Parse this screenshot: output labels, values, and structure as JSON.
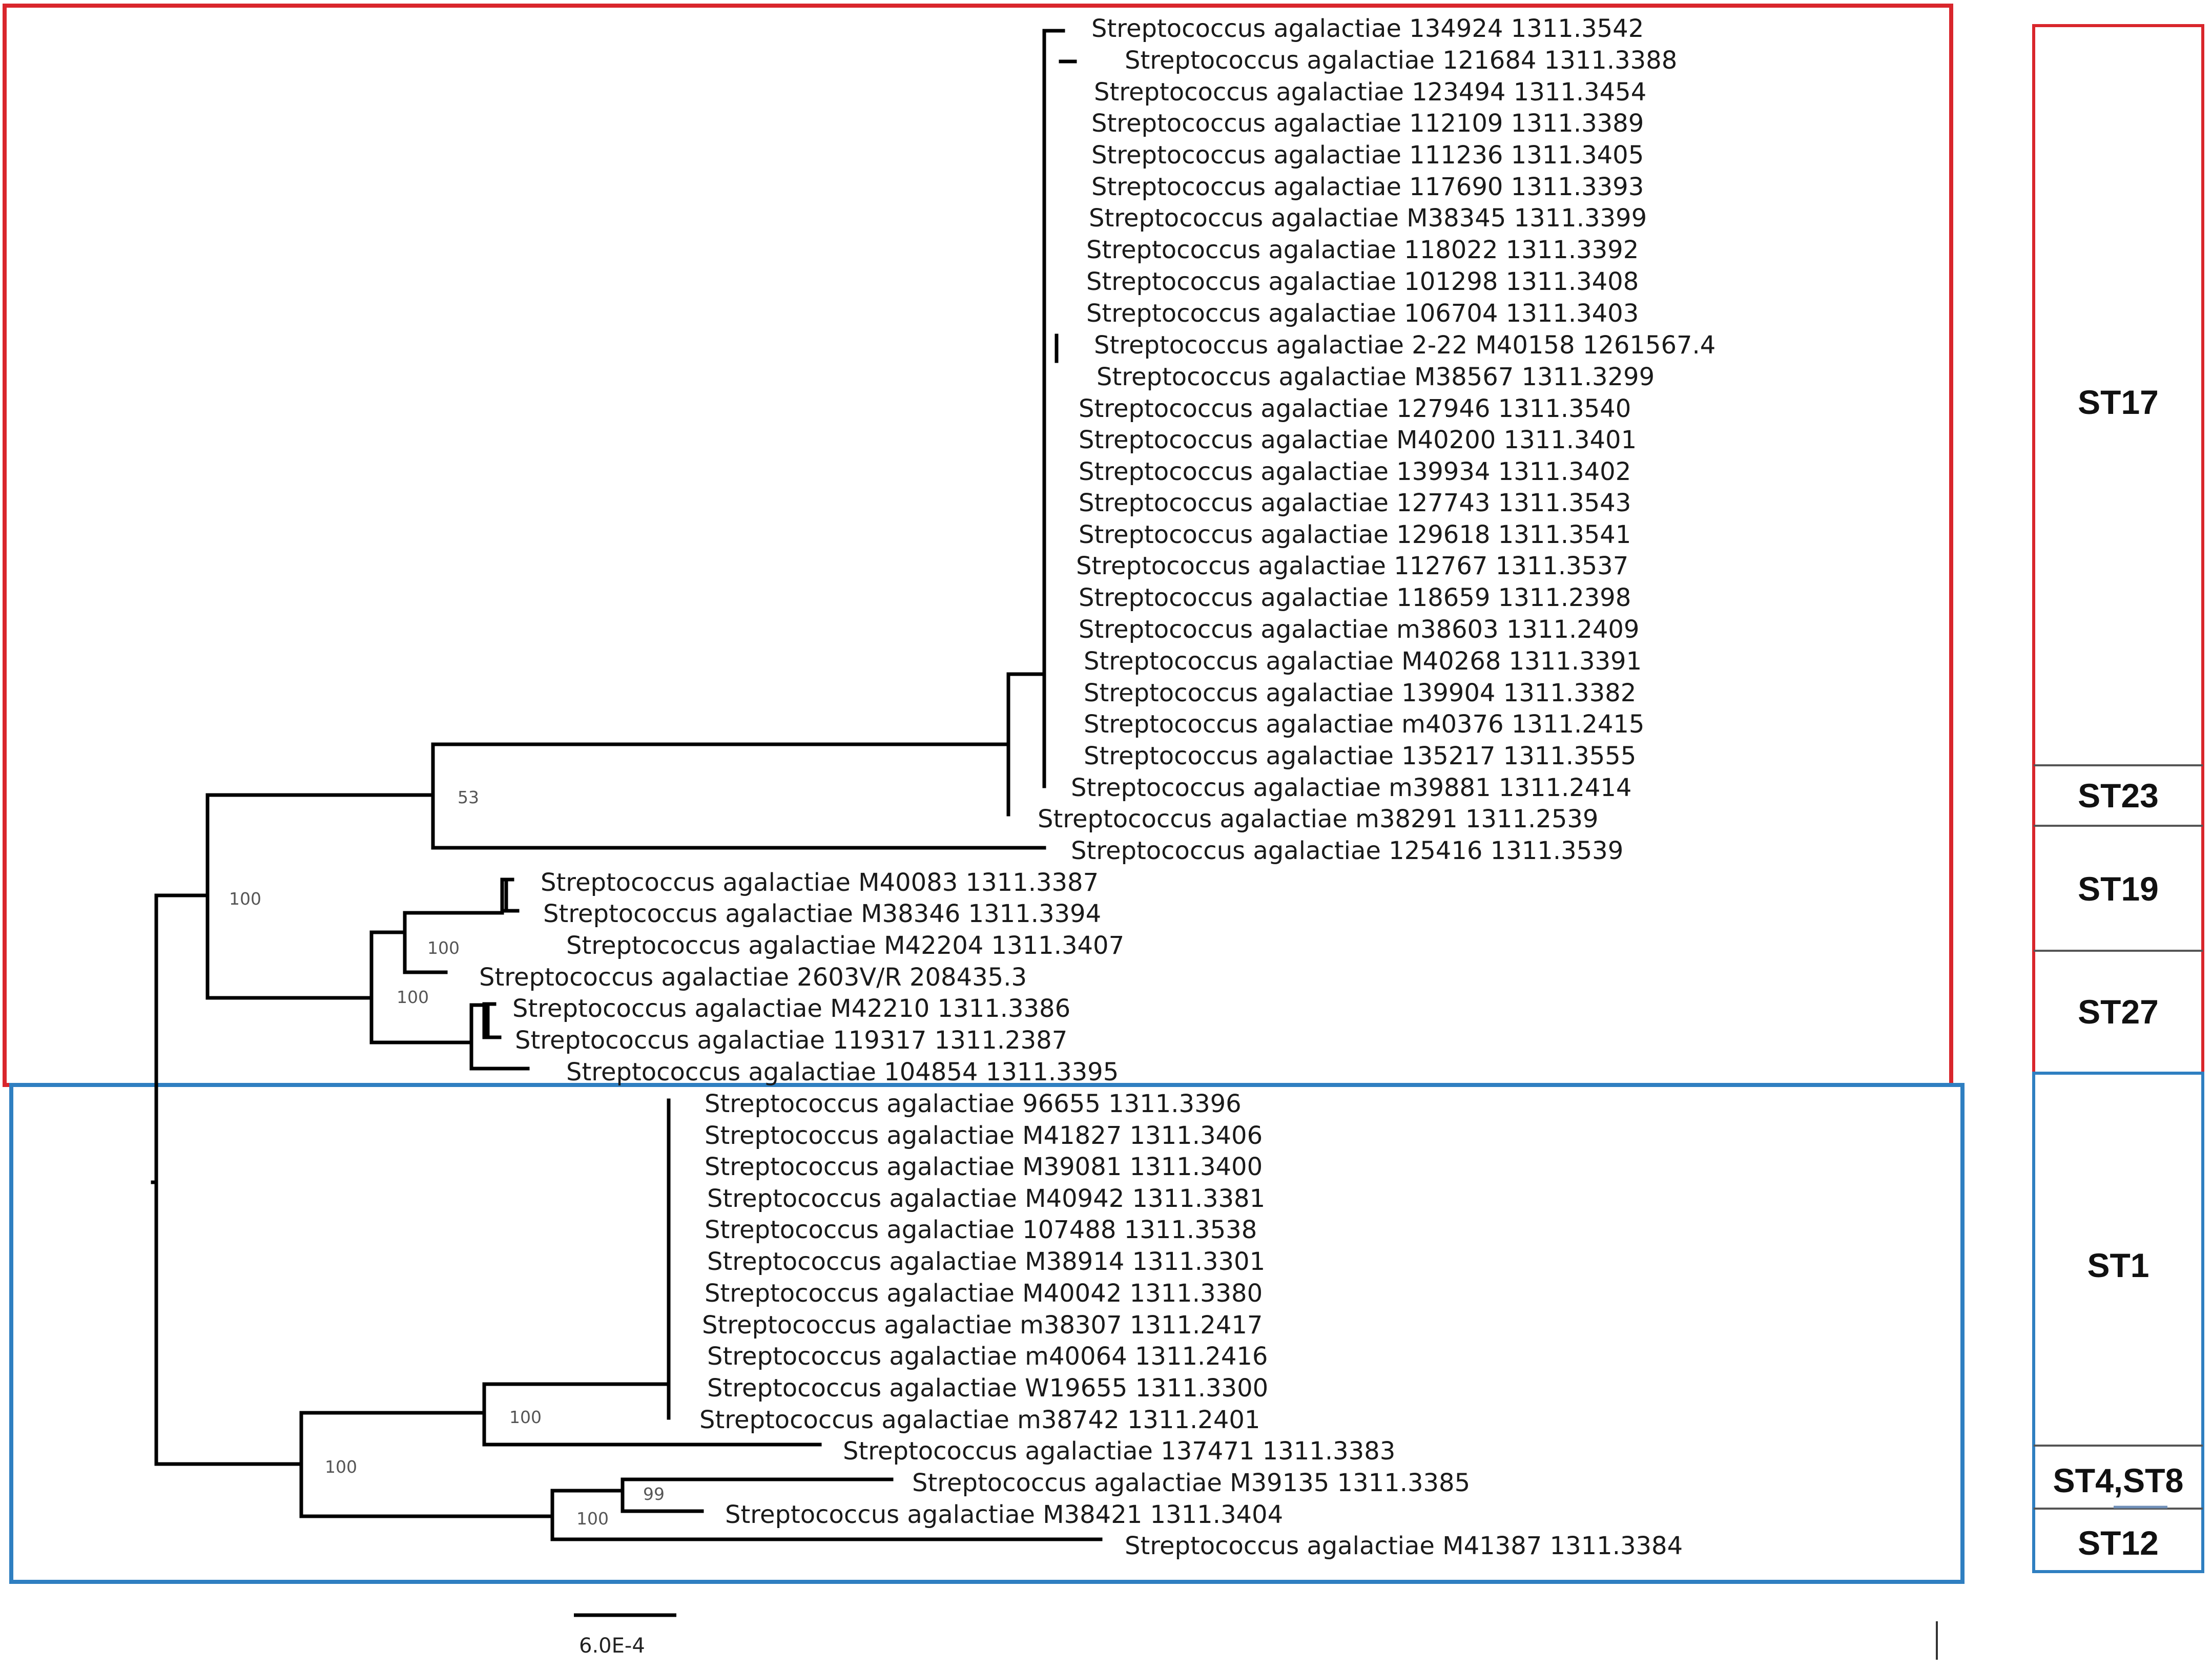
{
  "colors": {
    "red_group": "#d9262c",
    "blue_group": "#2f7fc1",
    "branch": "#000000"
  },
  "scale_bar": {
    "label": "6.0E-4"
  },
  "leaves": [
    "Streptococcus agalactiae 134924 1311.3542",
    "Streptococcus agalactiae 121684 1311.3388",
    "Streptococcus agalactiae 123494 1311.3454",
    "Streptococcus agalactiae 112109 1311.3389",
    "Streptococcus agalactiae 111236 1311.3405",
    "Streptococcus agalactiae 117690 1311.3393",
    "Streptococcus agalactiae M38345 1311.3399",
    "Streptococcus agalactiae 118022 1311.3392",
    "Streptococcus agalactiae 101298 1311.3408",
    "Streptococcus agalactiae 106704 1311.3403",
    "Streptococcus agalactiae 2-22 M40158 1261567.4",
    "Streptococcus agalactiae M38567 1311.3299",
    "Streptococcus agalactiae 127946 1311.3540",
    "Streptococcus agalactiae M40200 1311.3401",
    "Streptococcus agalactiae 139934 1311.3402",
    "Streptococcus agalactiae 127743 1311.3543",
    "Streptococcus agalactiae 129618 1311.3541",
    "Streptococcus agalactiae 112767 1311.3537",
    "Streptococcus agalactiae 118659 1311.2398",
    "Streptococcus agalactiae m38603 1311.2409",
    "Streptococcus agalactiae M40268 1311.3391",
    "Streptococcus agalactiae 139904 1311.3382",
    "Streptococcus agalactiae m40376 1311.2415",
    "Streptococcus agalactiae 135217 1311.3555",
    "Streptococcus agalactiae m39881 1311.2414",
    "Streptococcus agalactiae m38291 1311.2539",
    "Streptococcus agalactiae 125416 1311.3539",
    "Streptococcus agalactiae M40083 1311.3387",
    "Streptococcus agalactiae M38346 1311.3394",
    "Streptococcus agalactiae M42204 1311.3407",
    "Streptococcus agalactiae 2603V/R 208435.3",
    "Streptococcus agalactiae M42210 1311.3386",
    "Streptococcus agalactiae 119317 1311.2387",
    "Streptococcus agalactiae 104854 1311.3395",
    "Streptococcus agalactiae 96655 1311.3396",
    "Streptococcus agalactiae M41827 1311.3406",
    "Streptococcus agalactiae M39081 1311.3400",
    "Streptococcus agalactiae M40942 1311.3381",
    "Streptococcus agalactiae 107488 1311.3538",
    "Streptococcus agalactiae M38914 1311.3301",
    "Streptococcus agalactiae M40042 1311.3380",
    "Streptococcus agalactiae m38307 1311.2417",
    "Streptococcus agalactiae m40064 1311.2416",
    "Streptococcus agalactiae W19655 1311.3300",
    "Streptococcus agalactiae m38742 1311.2401",
    "Streptococcus agalactiae 137471 1311.3383",
    "Streptococcus agalactiae M39135 1311.3385",
    "Streptococcus agalactiae M38421 1311.3404",
    "Streptococcus agalactiae M41387 1311.3384"
  ],
  "bootstrap": [
    "53",
    "100",
    "100",
    "100",
    "100",
    "100",
    "99",
    "100"
  ],
  "st_labels": [
    "ST17",
    "ST23",
    "ST19",
    "ST27",
    "ST1",
    "ST4,ST8",
    "ST12"
  ]
}
